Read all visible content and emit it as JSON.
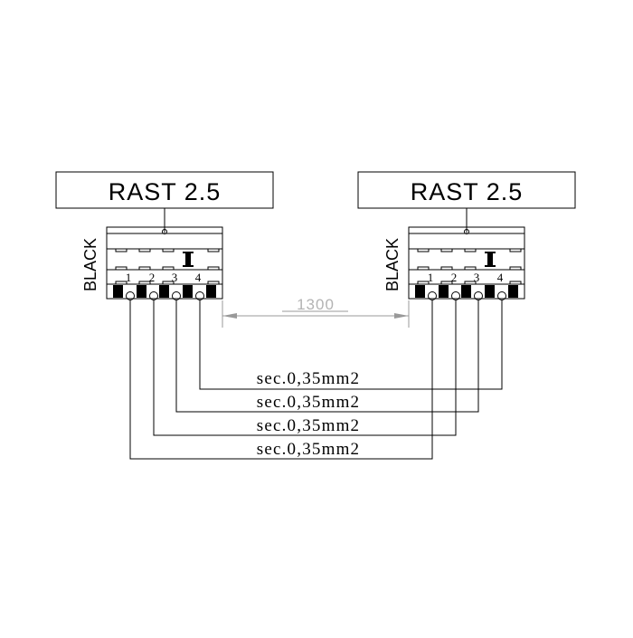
{
  "diagram": {
    "connectors": [
      {
        "title": "RAST 2.5",
        "color_label": "BLACK",
        "pins": [
          "1",
          "2",
          "3",
          "4"
        ]
      },
      {
        "title": "RAST 2.5",
        "color_label": "BLACK",
        "pins": [
          "1",
          "2",
          "3",
          "4"
        ]
      }
    ],
    "dimension": {
      "label": "1300"
    },
    "wires": [
      {
        "label": "sec.0,35mm2"
      },
      {
        "label": "sec.0,35mm2"
      },
      {
        "label": "sec.0,35mm2"
      },
      {
        "label": "sec.0,35mm2"
      }
    ],
    "colors": {
      "line": "#000000",
      "dimension": "#999999"
    }
  }
}
